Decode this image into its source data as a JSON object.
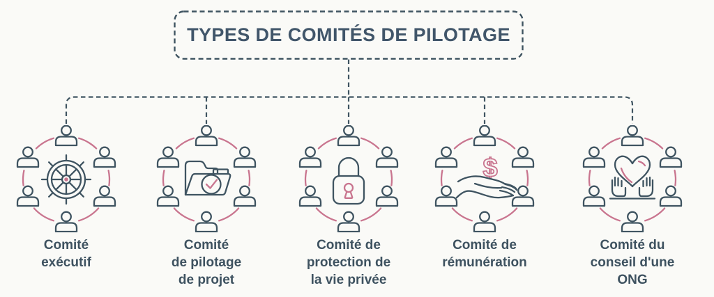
{
  "title": "TYPES DE COMITÉS DE PILOTAGE",
  "colors": {
    "ink": "#3f5461",
    "accent_pink": "#c9758f",
    "background": "#fafaf7"
  },
  "groups": [
    {
      "id": "comite-executif",
      "label": "Comité\nexécutif",
      "icon": "ship-wheel-icon",
      "members": 6
    },
    {
      "id": "comite-pilotage-projet",
      "label": "Comité\nde pilotage\nde projet",
      "icon": "folder-check-icon",
      "members": 6
    },
    {
      "id": "comite-protection-vie-privee",
      "label": "Comité de\nprotection de\nla vie privée",
      "icon": "padlock-icon",
      "members": 6
    },
    {
      "id": "comite-remuneration",
      "label": "Comité de\nrémunération",
      "icon": "hand-dollar-icon",
      "glyph": "$",
      "members": 6
    },
    {
      "id": "comite-conseil-ong",
      "label": "Comité du\nconseil d'une\nONG",
      "icon": "hands-heart-icon",
      "members": 6
    }
  ]
}
